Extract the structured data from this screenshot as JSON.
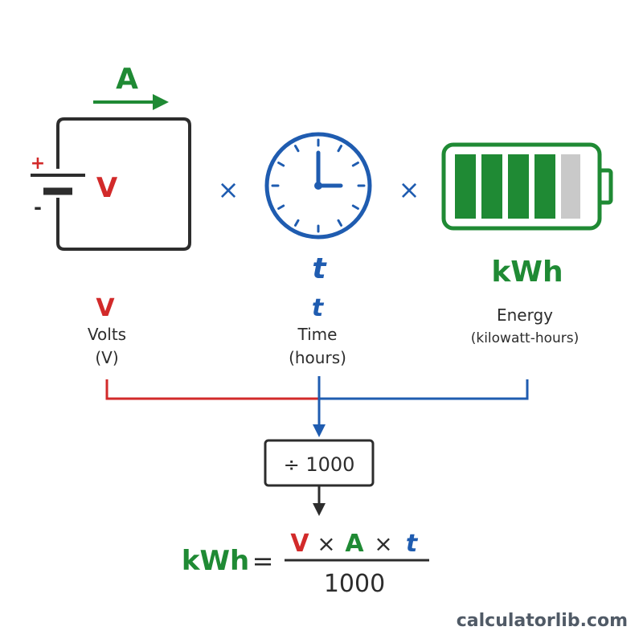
{
  "colors": {
    "red": "#d22a2a",
    "green": "#1f8a34",
    "blue": "#1f5cb0",
    "gray": "#2d2d2d",
    "empty_cell": "#c9c9c9"
  },
  "circuit": {
    "current_label": "A",
    "plus_sign": "+",
    "minus_sign": "-",
    "voltage_label": "V"
  },
  "clock": {
    "label": "t"
  },
  "battery": {
    "label": "kWh"
  },
  "operators": {
    "multiply_1": "×",
    "multiply_2": "×"
  },
  "captions": {
    "volts": {
      "symbol": "V",
      "name": "Volts",
      "unit": "(V)"
    },
    "time": {
      "symbol": "t",
      "name": "Time",
      "unit": "(hours)"
    },
    "energy": {
      "name": "Energy",
      "unit": "(kilowatt-hours)"
    }
  },
  "divide_box": {
    "label": "÷ 1000"
  },
  "formula": {
    "result": "kWh",
    "equals": "=",
    "numerator": {
      "v": "V",
      "times1": "×",
      "a": "A",
      "times2": "×",
      "t": "t"
    },
    "denominator": "1000"
  },
  "watermark": "calculatorlib.com"
}
